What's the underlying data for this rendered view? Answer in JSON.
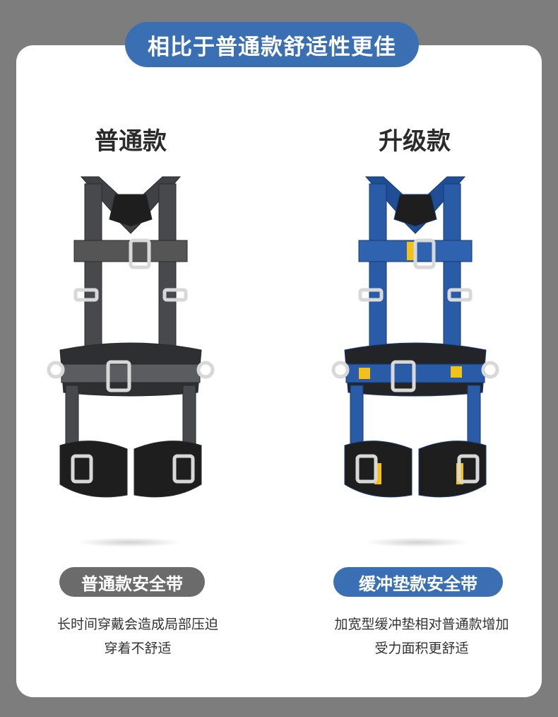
{
  "header": {
    "title": "相比于普通款舒适性更佳"
  },
  "left": {
    "title": "普通款",
    "badge": "普通款安全带",
    "desc_line1": "长时间穿戴会造成局部压迫",
    "desc_line2": "穿着不舒适",
    "strap_color": "#3f4145",
    "badge_color": "#6b6b6b"
  },
  "right": {
    "title": "升级款",
    "badge": "缓冲垫款安全带",
    "desc_line1": "加宽型缓冲垫相对普通款增加",
    "desc_line2": "受力面积更舒适",
    "strap_color": "#1f4e96",
    "accent_color": "#f2c21b",
    "badge_color": "#3a6fb3"
  }
}
